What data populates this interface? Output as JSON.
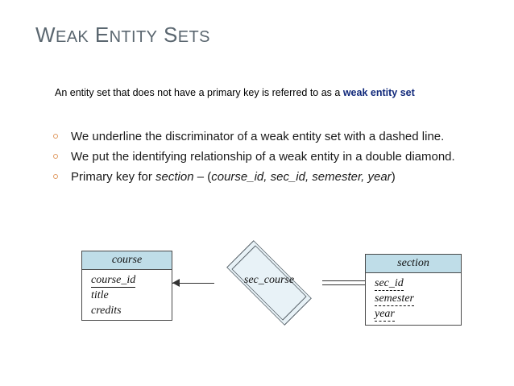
{
  "slide": {
    "title_parts": [
      {
        "big": "W",
        "rest": "EAK"
      },
      {
        "big": "E",
        "rest": "NTITY"
      },
      {
        "big": "S",
        "rest": "ETS"
      }
    ],
    "title_plain": "Weak Entity Sets"
  },
  "intro": {
    "lead": "An entity set that does not have a primary key is referred to as a ",
    "emphasis": "weak entity set",
    "emphasis_color": "#10287a"
  },
  "bullets": [
    {
      "text": "We underline the discriminator of a weak entity set  with a dashed line."
    },
    {
      "text": "We put the identifying relationship of a weak entity in a double diamond."
    },
    {
      "prefix": "Primary key for ",
      "italic_1": "section",
      "middle": " – (",
      "italic_2": "course_id, sec_id, semester, year",
      "suffix": ")"
    }
  ],
  "bullet_marker_color": "#e09a62",
  "diagram": {
    "entities": [
      {
        "name": "course",
        "attributes": [
          {
            "label": "course_id",
            "underline": "solid"
          },
          {
            "label": "title",
            "underline": "none"
          },
          {
            "label": "credits",
            "underline": "none"
          }
        ]
      },
      {
        "name": "section",
        "attributes": [
          {
            "label": "sec_id",
            "underline": "dashed"
          },
          {
            "label": "semester",
            "underline": "dashed"
          },
          {
            "label": "year",
            "underline": "dashed"
          }
        ]
      }
    ],
    "relationship": {
      "name": "sec_course",
      "shape": "double-diamond"
    },
    "connectors": [
      {
        "from": "sec_course",
        "to": "course",
        "style": "single-line",
        "arrow": true
      },
      {
        "from": "sec_course",
        "to": "section",
        "style": "double-line",
        "arrow": false
      }
    ],
    "header_fill": "#bfdde8",
    "diamond_fill": "#e8f2f7",
    "line_color": "#333333"
  }
}
